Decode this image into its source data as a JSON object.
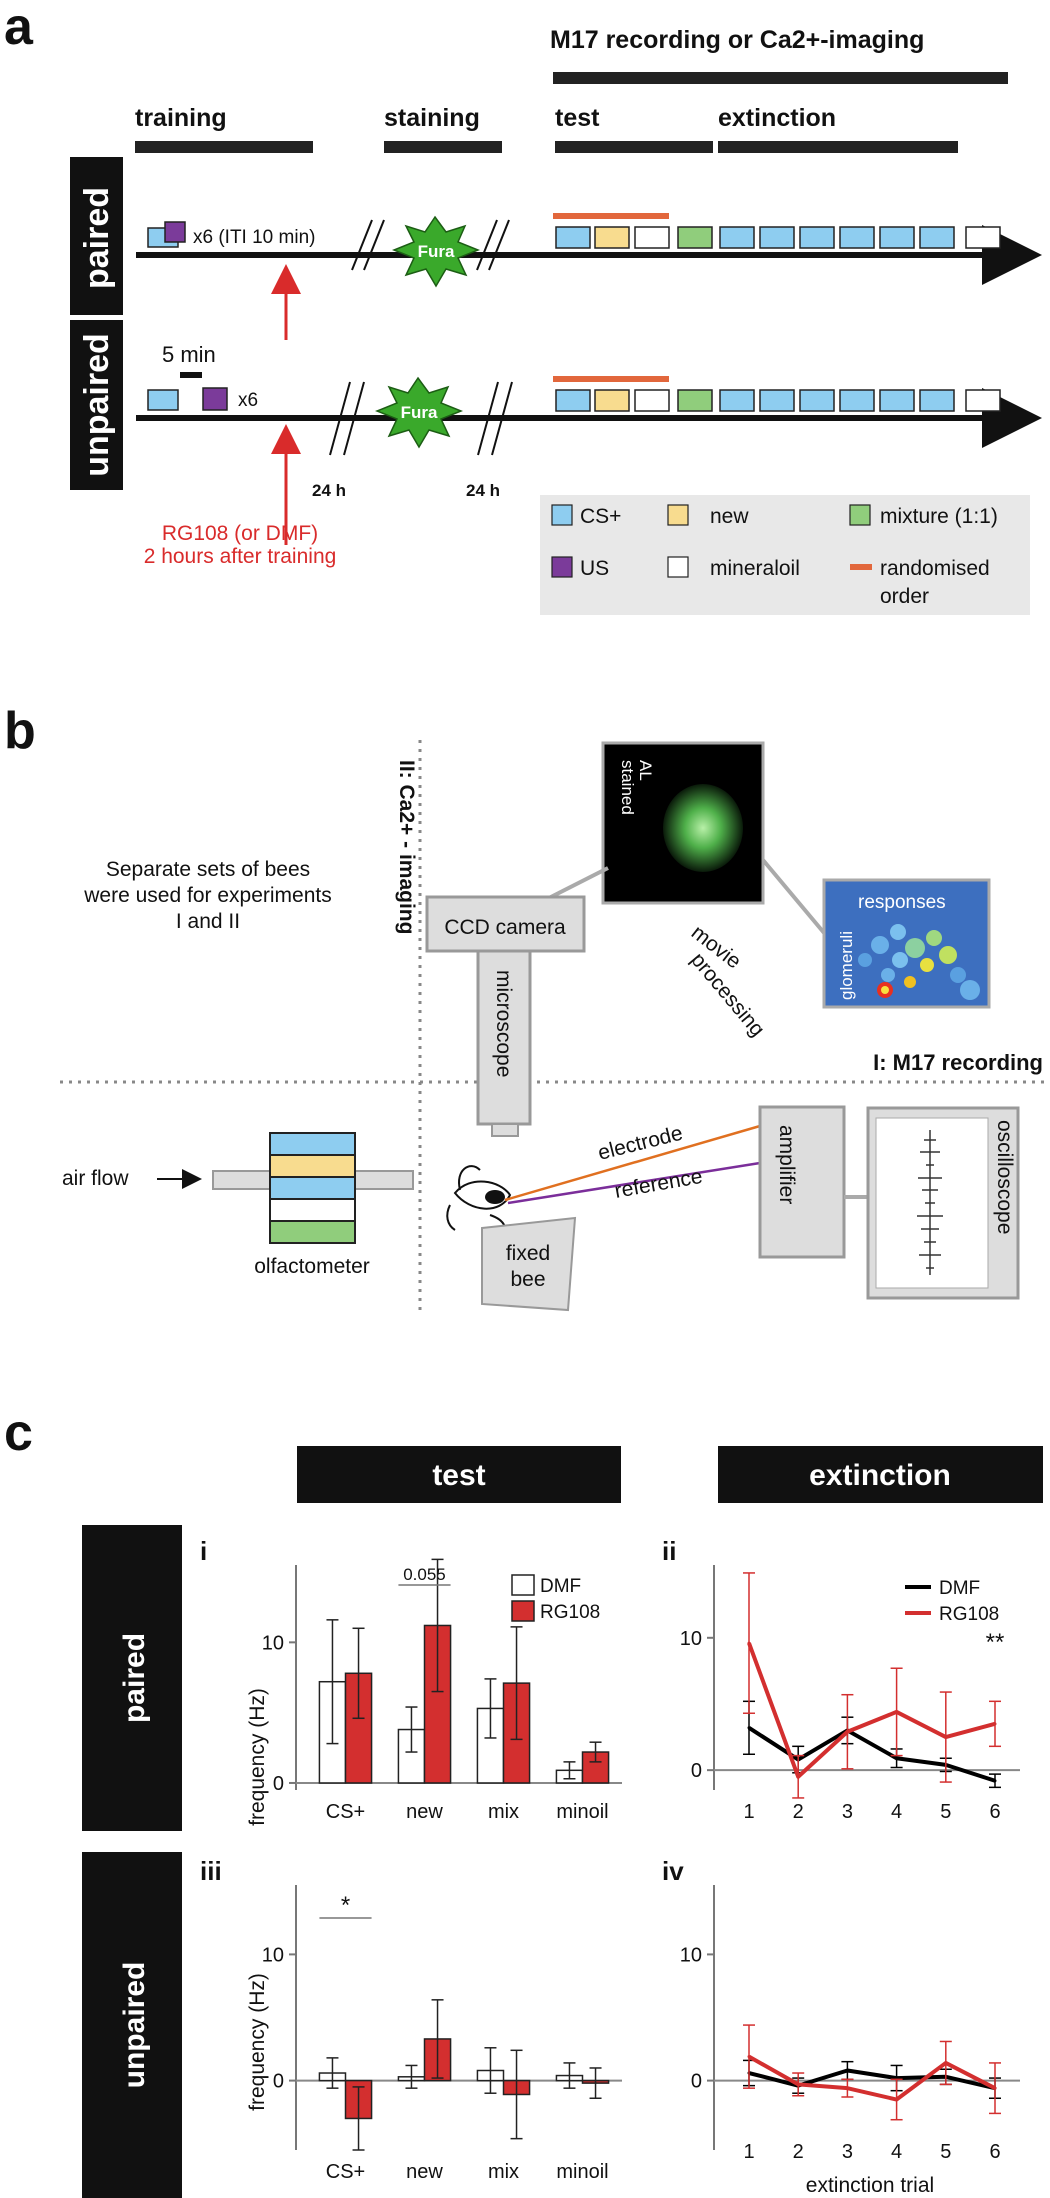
{
  "panel_a": {
    "letter": "a",
    "phases": {
      "recording": "M17 recording or Ca2+-imaging",
      "training": "training",
      "staining": "staining",
      "test": "test",
      "extinction": "extinction"
    },
    "rows": {
      "paired": "paired",
      "unpaired": "unpaired"
    },
    "x6_iti": "x6 (ITI 10 min)",
    "five_min": "5 min",
    "x6": "x6",
    "fura": "Fura",
    "h24": "24 h",
    "drug_note_1": "RG108 (or DMF)",
    "drug_note_2": "2 hours after training",
    "legend": {
      "cs": "CS+",
      "new": "new",
      "mixture": "mixture (1:1)",
      "us": "US",
      "mineraloil": "mineraloil",
      "random_1": "randomised",
      "random_2": "order"
    },
    "colors": {
      "cs": "#8ecdf0",
      "new": "#f8dc8f",
      "mixture": "#90cd7c",
      "us": "#7b3b9a",
      "mineraloil": "#ffffff",
      "randomised": "#e2673c",
      "drug_arrow": "#d92b2b",
      "fura": "#3aa92b"
    }
  },
  "panel_b": {
    "letter": "b",
    "note": [
      "Separate sets of bees",
      "were used for experiments",
      "I and II"
    ],
    "imaging_label": "II: Ca2+ - imaging",
    "recording_label": "I: M17 recording",
    "stained_al": [
      "stained",
      "AL"
    ],
    "ccd": "CCD camera",
    "microscope": "microscope",
    "movie_processing": [
      "movie",
      "processing"
    ],
    "responses": "responses",
    "glomeruli": "glomeruli",
    "airflow": "air flow",
    "olfactometer": "olfactometer",
    "electrode": "electrode",
    "reference": "reference",
    "fixed_bee": [
      "fixed",
      "bee"
    ],
    "amplifier": "amplifier",
    "oscilloscope": "oscilloscope"
  },
  "panel_c": {
    "letter": "c",
    "test_header": "test",
    "extinction_header": "extinction",
    "paired": "paired",
    "unpaired": "unpaired",
    "ylabel": "frequency (Hz)",
    "xlabel_ext": "extinction trial",
    "colors": {
      "dmf": "#000000",
      "rg108": "#d32f2f"
    }
  },
  "chart_data": [
    {
      "id": "i",
      "type": "bar",
      "panel": "i",
      "categories": [
        "CS+",
        "new",
        "mix",
        "minoil"
      ],
      "ylabel": "frequency (Hz)",
      "ylim": [
        -0.5,
        15.5
      ],
      "yticks": [
        0,
        10
      ],
      "series": [
        {
          "name": "DMF",
          "values": [
            7.2,
            3.8,
            5.3,
            0.9
          ],
          "errors": [
            4.4,
            1.6,
            2.1,
            0.6
          ]
        },
        {
          "name": "RG108",
          "values": [
            7.8,
            11.2,
            7.1,
            2.2
          ],
          "errors": [
            3.2,
            4.7,
            4.0,
            0.7
          ]
        }
      ],
      "annotations": [
        {
          "text": "0.055",
          "between": "new"
        }
      ],
      "legend": "top-right"
    },
    {
      "id": "ii",
      "type": "line",
      "panel": "ii",
      "x": [
        1,
        2,
        3,
        4,
        5,
        6
      ],
      "ylim": [
        -1.5,
        15.5
      ],
      "yticks": [
        0,
        10
      ],
      "series": [
        {
          "name": "DMF",
          "values": [
            3.2,
            0.8,
            3.0,
            0.9,
            0.4,
            -0.8
          ],
          "errors": [
            2.0,
            1.0,
            1.0,
            0.7,
            0.5,
            0.5
          ]
        },
        {
          "name": "RG108",
          "values": [
            9.6,
            -0.5,
            2.9,
            4.4,
            2.5,
            3.5
          ],
          "errors": [
            5.3,
            1.6,
            2.8,
            3.3,
            3.4,
            1.7
          ]
        }
      ],
      "annotations": [
        {
          "text": "**",
          "x": 6
        }
      ],
      "legend": "top-right"
    },
    {
      "id": "iii",
      "type": "bar",
      "panel": "iii",
      "categories": [
        "CS+",
        "new",
        "mix",
        "minoil"
      ],
      "ylabel": "frequency (Hz)",
      "ylim": [
        -5.5,
        15.5
      ],
      "yticks": [
        0,
        10
      ],
      "series": [
        {
          "name": "DMF",
          "values": [
            0.6,
            0.3,
            0.8,
            0.4
          ],
          "errors": [
            1.2,
            0.9,
            1.8,
            1.0
          ]
        },
        {
          "name": "RG108",
          "values": [
            -3.0,
            3.3,
            -1.1,
            -0.2
          ],
          "errors": [
            2.5,
            3.1,
            3.5,
            1.2
          ]
        }
      ],
      "annotations": [
        {
          "text": "*",
          "between": "CS+"
        }
      ]
    },
    {
      "id": "iv",
      "type": "line",
      "panel": "iv",
      "x": [
        1,
        2,
        3,
        4,
        5,
        6
      ],
      "xlabel": "extinction trial",
      "ylim": [
        -5.5,
        15.5
      ],
      "yticks": [
        0,
        10
      ],
      "series": [
        {
          "name": "DMF",
          "values": [
            0.6,
            -0.4,
            0.8,
            0.2,
            0.3,
            -0.6
          ],
          "errors": [
            1.0,
            0.6,
            0.7,
            1.0,
            0.6,
            0.8
          ]
        },
        {
          "name": "RG108",
          "values": [
            1.9,
            -0.3,
            -0.6,
            -1.5,
            1.4,
            -0.6
          ],
          "errors": [
            2.5,
            0.9,
            0.7,
            1.6,
            1.7,
            2.0
          ]
        }
      ]
    }
  ]
}
